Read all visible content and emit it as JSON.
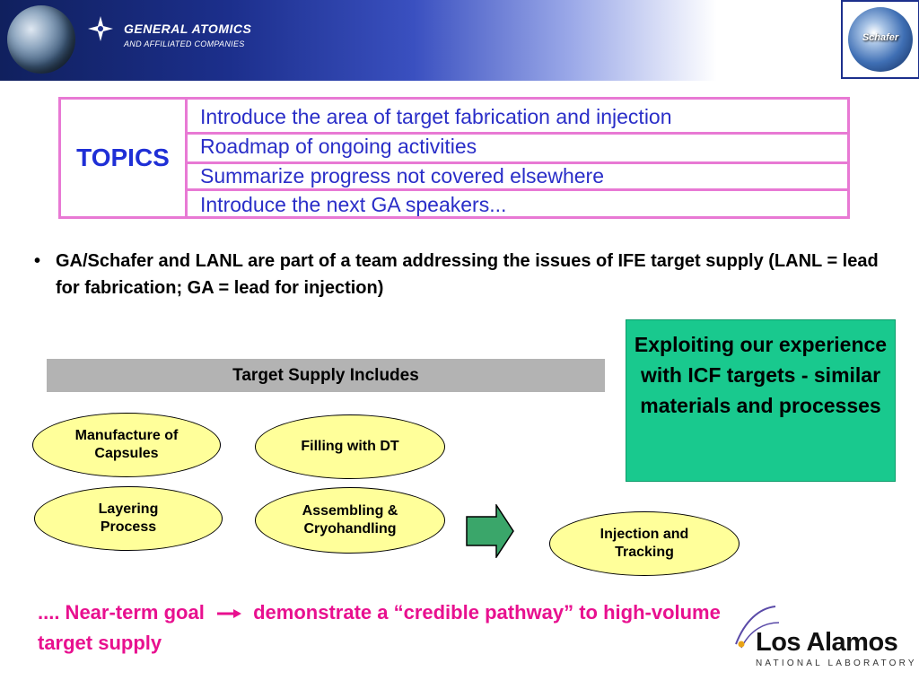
{
  "header": {
    "company_name": "GENERAL ATOMICS",
    "company_sub": "AND AFFILIATED COMPANIES",
    "partner_logo_text": "Schafer"
  },
  "topics": {
    "label": "TOPICS",
    "items": [
      "Introduce the area of target fabrication and injection",
      "Roadmap of ongoing activities",
      "Summarize progress not covered elsewhere",
      "Introduce the next GA speakers..."
    ]
  },
  "bullet": {
    "symbol": "•",
    "text": "GA/Schafer and LANL are part of a team addressing the issues of IFE target supply (LANL = lead for fabrication; GA = lead for injection)"
  },
  "callout": {
    "text": "Exploiting our experience with ICF targets - similar materials and processes"
  },
  "target_supply": {
    "heading": "Target Supply Includes",
    "items": {
      "manufacture": "Manufacture of Capsules",
      "filling": "Filling with DT",
      "layering": "Layering Process",
      "assembling": "Assembling & Cryohandling",
      "injection": "Injection and Tracking"
    }
  },
  "goal": {
    "prefix": ".... Near-term goal",
    "suffix": "demonstrate a “credible pathway” to high-volume target supply"
  },
  "footer_logo": {
    "name": "Los Alamos",
    "sub": "NATIONAL LABORATORY"
  },
  "colors": {
    "topic_text": "#2a2ec8",
    "table_border": "#e879d4",
    "callout_bg": "#19c98e",
    "ellipse_fill": "#ffff9a",
    "goal_text": "#e8108f",
    "arrow_fill": "#3aa66a"
  }
}
